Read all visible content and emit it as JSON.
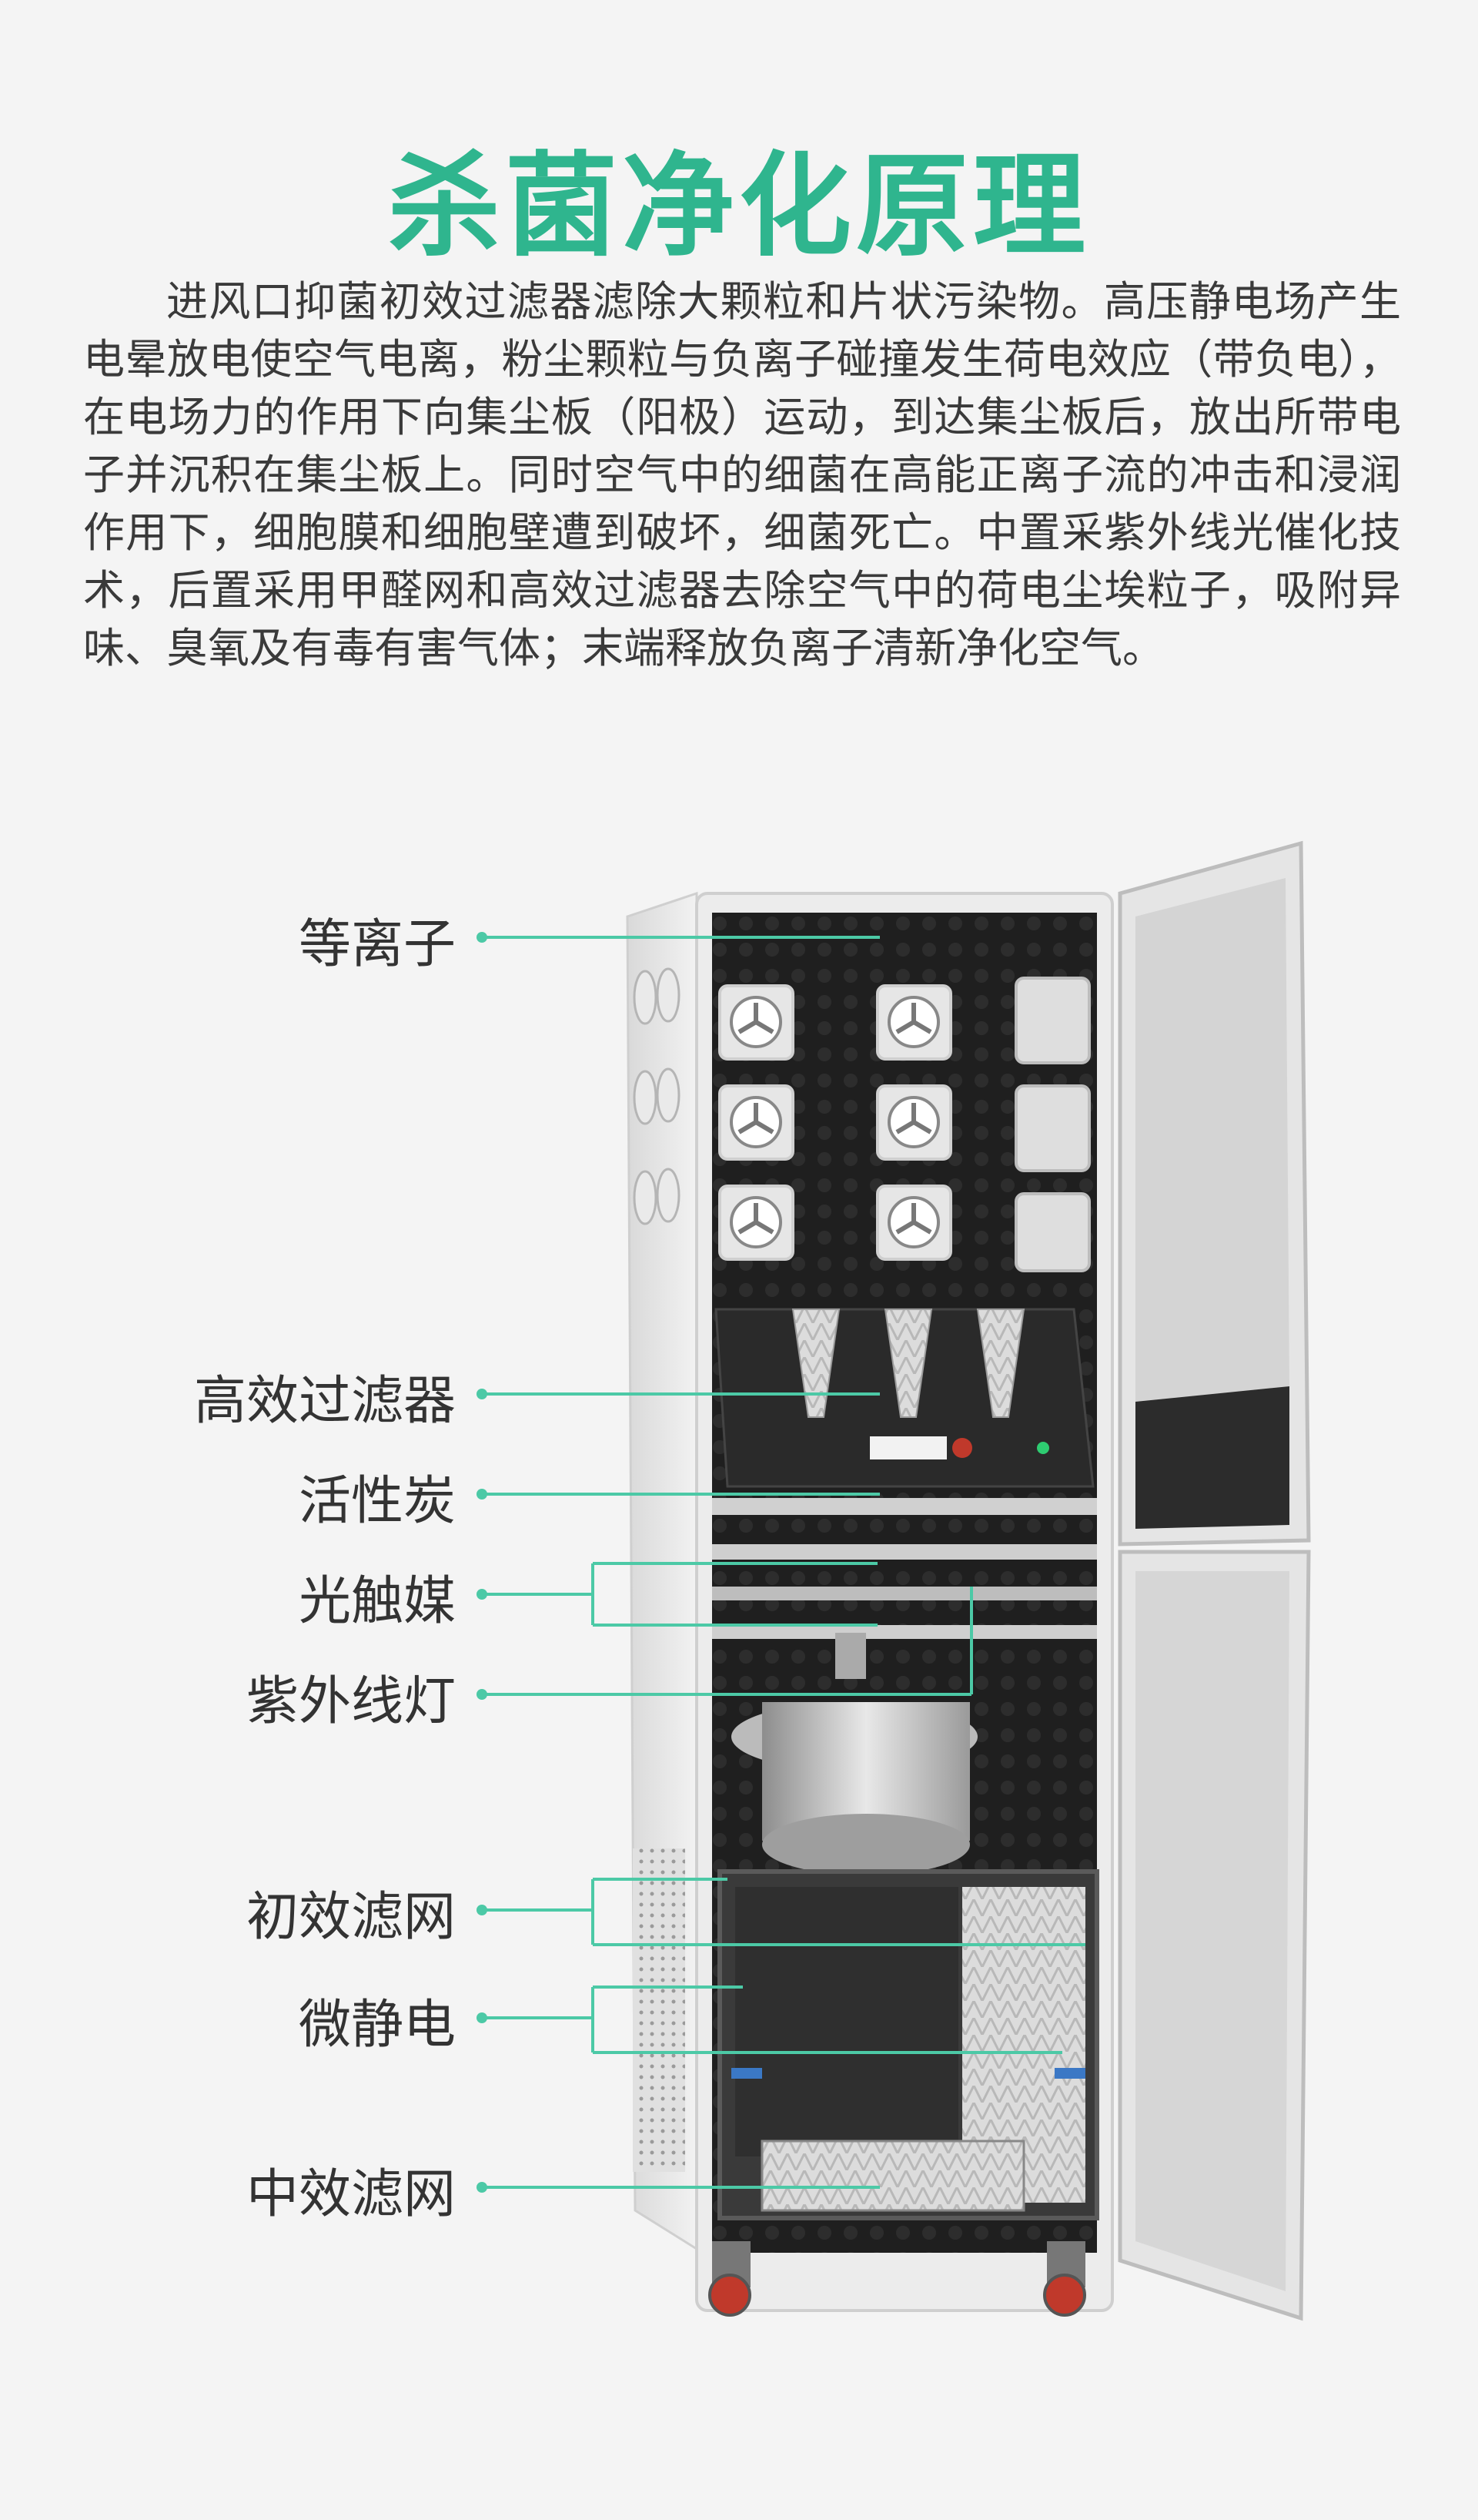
{
  "title": "杀菌净化原理",
  "intro": "进风口抑菌初效过滤器滤除大颗粒和片状污染物。高压静电场产生电晕放电使空气电离，粉尘颗粒与负离子碰撞发生荷电效应（带负电），在电场力的作用下向集尘板（阳极）运动，到达集尘板后，放出所带电子并沉积在集尘板上。同时空气中的细菌在高能正离子流的冲击和浸润作用下，细胞膜和细胞壁遭到破坏，细菌死亡。中置采紫外线光催化技术，后置采用甲醛网和高效过滤器去除空气中的荷电尘埃粒子，吸附异味、臭氧及有毒有害气体；末端释放负离子清新净化空气。",
  "labels": {
    "plasma": "等离子",
    "hepa": "高效过滤器",
    "carbon": "活性炭",
    "photocatalyst": "光触媒",
    "uv_lamp": "紫外线灯",
    "primary_filter": "初效滤网",
    "micro_static": "微静电",
    "medium_filter": "中效滤网"
  },
  "colors": {
    "accent": "#2fb58e",
    "callout_line": "#4cc9a6",
    "cabinet": "#e9e9e9",
    "interior": "#1d1d1d"
  }
}
